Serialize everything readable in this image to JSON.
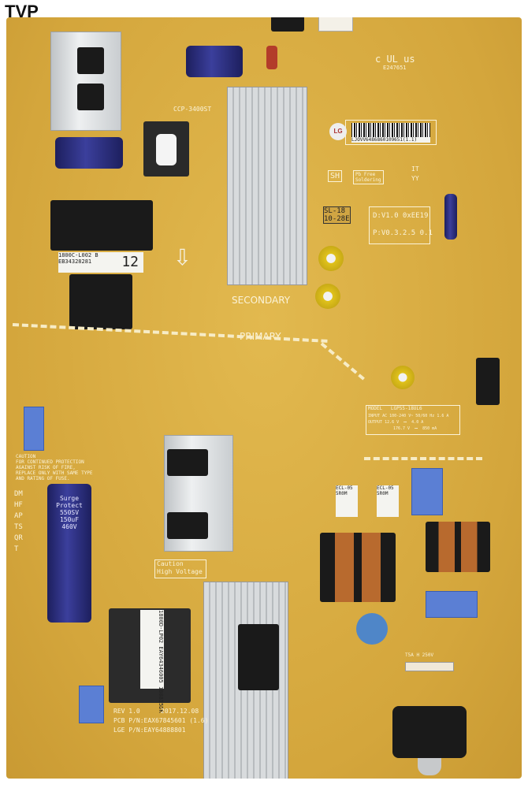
{
  "watermark": "TVP",
  "zones": {
    "secondary": "SECONDARY",
    "primary": "PRIMARY"
  },
  "caution_hv": {
    "line1": "Caution",
    "line2": "High Voltage"
  },
  "fuse_caution": "CAUTION\nFOR CONTINUED PROTECTION\nAGAINST RISK OF FIRE,\nREPLACE ONLY WITH SAME TYPE\nAND RATING OF FUSE.",
  "barcode": "LJOVV6486860109651(1.1)",
  "date_stamp": {
    "line1": "SL-18",
    "line2": "10-28E"
  },
  "version_box": {
    "d": "D:V1.0 0xEE19",
    "p": "P:V0.3.2.5 0.1"
  },
  "marks": {
    "sh": "SH",
    "pb_free": "Pb Free\nSoldering",
    "it": "IT",
    "yy": "YY",
    "logo": "LG",
    "ul": "c UL us",
    "ul_file": "E247651"
  },
  "rating_table": {
    "model_label": "MODEL",
    "model": "LGP55-18UL6",
    "input_label": "INPUT",
    "input": "AC 100-240 V~ 50/60 Hz 1.6 A",
    "output_label": "OUTPUT",
    "output1": "12.6 V  ⎓  4.0 A",
    "output2": "176.7 V  ⎓  850 mA"
  },
  "pcb_info": {
    "rev": "REV 1.0",
    "date": "2017.12.08",
    "pcb_pn": "PCB P/N:EAX67845601 (1.6)",
    "lge_pn": "LGE P/N:EAY64888801"
  },
  "transformer_top": {
    "line1": "1800C-L002 B",
    "line2": "EB34328281",
    "num": "12"
  },
  "transformer_bottom": {
    "line1": "1800D-LP02",
    "line2": "EAY64346005",
    "line3": "180815DK"
  },
  "bulk_cap": {
    "brand": "Surge Protect",
    "v": "550SV",
    "c": "150uF",
    "v2": "460V"
  },
  "side_letters": "DMHFAPTSQRT",
  "ccp": "CCP-3400ST",
  "ntc_labels": {
    "left": "ECL-05\n5R0M",
    "right": "ECL-05\n5R0M"
  },
  "fuse_label": "T5A H 250V"
}
